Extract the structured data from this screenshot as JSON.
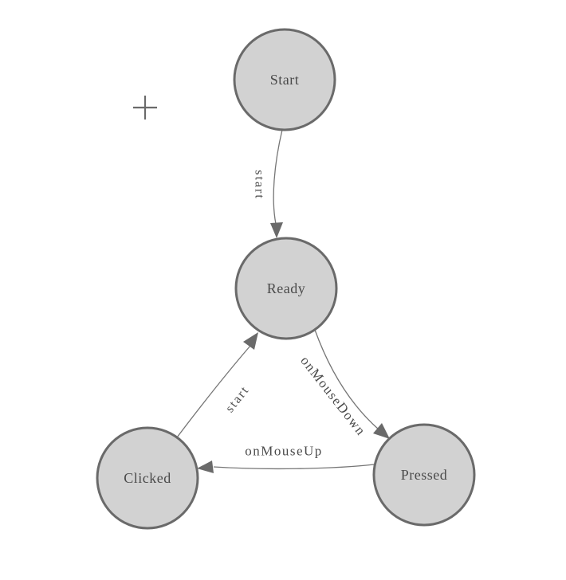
{
  "diagram": {
    "type": "state-machine",
    "colors": {
      "node_fill": "#d2d2d2",
      "node_stroke": "#6a6a6a",
      "edge_stroke": "#757575",
      "arrow_fill": "#6a6a6a",
      "label_text": "#4a4a4a",
      "marker_stroke": "#6b6b6b"
    },
    "nodes": [
      {
        "id": "start",
        "label": "Start"
      },
      {
        "id": "ready",
        "label": "Ready"
      },
      {
        "id": "clicked",
        "label": "Clicked"
      },
      {
        "id": "pressed",
        "label": "Pressed"
      }
    ],
    "edges": [
      {
        "from": "Start",
        "to": "Ready",
        "label": "start"
      },
      {
        "from": "Ready",
        "to": "Pressed",
        "label": "onMouseDown"
      },
      {
        "from": "Pressed",
        "to": "Clicked",
        "label": "onMouseUp"
      },
      {
        "from": "Clicked",
        "to": "Ready",
        "label": "start"
      }
    ]
  }
}
